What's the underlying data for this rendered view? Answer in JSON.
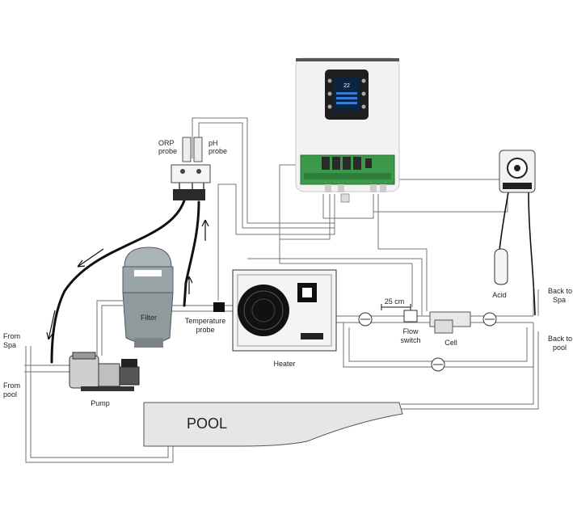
{
  "labels": {
    "orp_probe": [
      "ORP",
      "probe"
    ],
    "ph_probe": [
      "pH",
      "probe"
    ],
    "filter": "Filter",
    "temperature_probe": [
      "Temperature",
      "probe"
    ],
    "heater": "Heater",
    "distance": "25 cm",
    "flow_switch": [
      "Flow",
      "switch"
    ],
    "cell": "Cell",
    "acid": "Acid",
    "back_to_spa": [
      "Back to",
      "Spa"
    ],
    "back_to_pool": [
      "Back to",
      "pool"
    ],
    "from_spa": [
      "From",
      "Spa"
    ],
    "from_pool": [
      "From",
      "pool"
    ],
    "pump": "Pump",
    "pool": "POOL"
  },
  "controller_display": {
    "value": "22"
  },
  "colors": {
    "pipe": "#8a8a8a",
    "cable": "#111111",
    "board": "#3a9a4a",
    "relay": "#2a2a2a",
    "screen_accent": "#3a7bd5",
    "pool_fill": "#e6e6e6"
  }
}
